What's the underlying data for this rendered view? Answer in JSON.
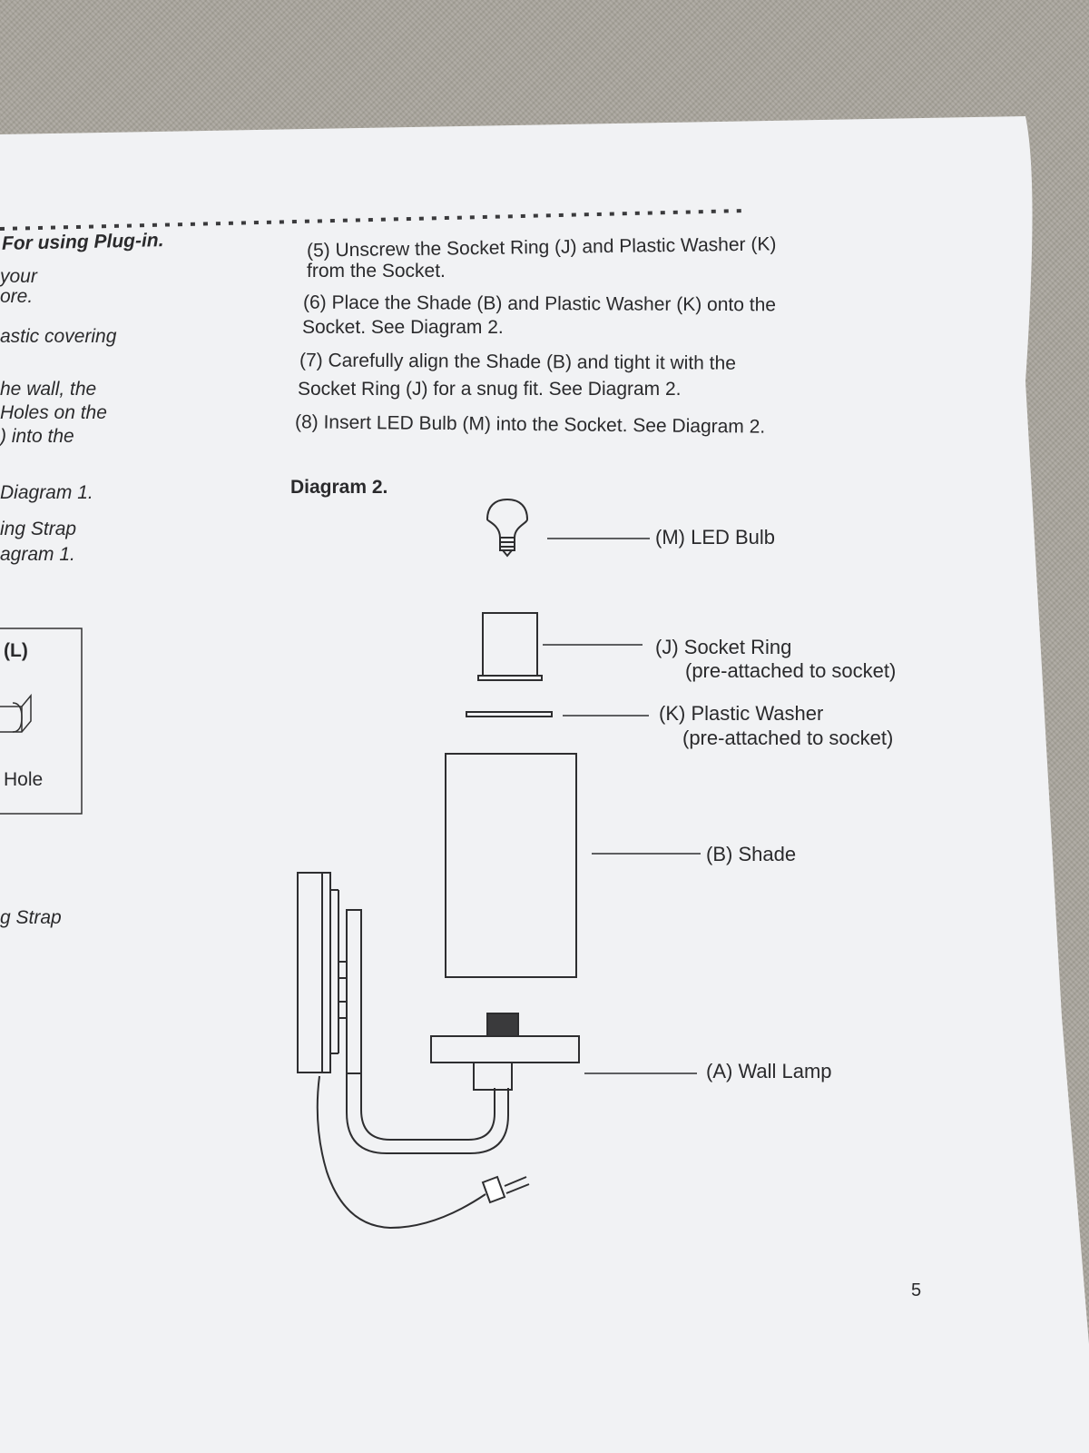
{
  "left_column": {
    "line1": "For using Plug-in.",
    "line2": "your",
    "line3": "ore.",
    "line4": "astic covering",
    "line5": "he wall, the",
    "line6": "Holes on the",
    "line7": ") into the",
    "line8": "Diagram 1.",
    "line9": "ing Strap",
    "line10": "agram 1.",
    "box_label": "(L)",
    "box_hole": "Hole",
    "line11": "g Strap"
  },
  "steps": [
    {
      "line1": "(5) Unscrew the Socket Ring (J) and Plastic Washer (K)",
      "line2": "from the Socket."
    },
    {
      "line1": "(6) Place the Shade (B) and Plastic Washer (K) onto the",
      "line2": "Socket. See Diagram 2."
    },
    {
      "line1": "(7) Carefully align the Shade (B) and tight it with the",
      "line2": "Socket Ring (J) for a snug fit. See Diagram 2."
    },
    {
      "line1": "(8) Insert LED Bulb (M) into the Socket. See Diagram 2."
    }
  ],
  "diagram": {
    "title": "Diagram 2.",
    "parts": [
      {
        "label": "(M) LED Bulb"
      },
      {
        "label": "(J) Socket Ring",
        "note": "(pre-attached to socket)"
      },
      {
        "label": "(K) Plastic Washer",
        "note": "(pre-attached to socket)"
      },
      {
        "label": "(B) Shade"
      },
      {
        "label": "(A) Wall Lamp"
      }
    ]
  },
  "page_number": "5",
  "colors": {
    "paper": "#f1f2f4",
    "ink": "#2a2a2c",
    "background": "#aaa69d"
  }
}
